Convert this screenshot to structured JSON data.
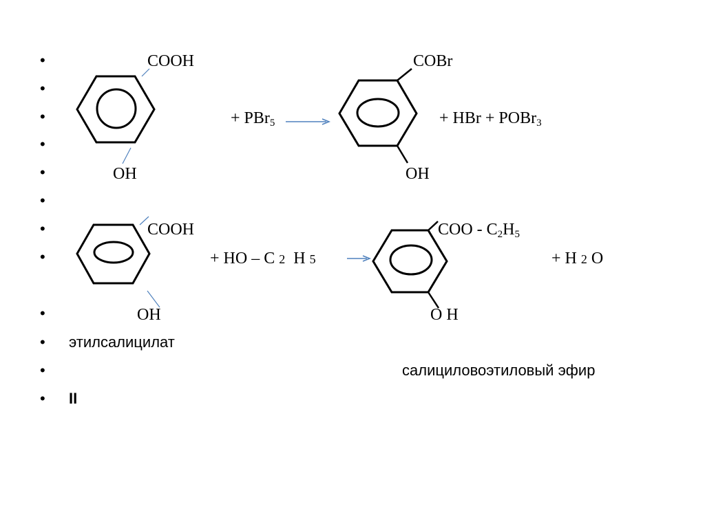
{
  "reaction1": {
    "reactant_substituent_top": "COOH",
    "reactant_substituent_bottom": "OH",
    "reagent_prefix": "+ ",
    "reagent_base": "PBr",
    "reagent_sub": "5",
    "product_substituent_top": "COBr",
    "product_substituent_bottom": "OH",
    "byproducts_prefix": "+ HBr + POBr",
    "byproducts_sub": "3"
  },
  "reaction2": {
    "reactant_substituent_top": "COOH",
    "reactant_substituent_bottom": "OH",
    "reagent_text_1": "+ HO – C",
    "reagent_num_1": "2",
    "reagent_text_2": "H",
    "reagent_num_2": "5",
    "product_substituent_top_prefix": "COO - C",
    "product_sub_1": "2",
    "product_mid": "H",
    "product_sub_2": "5",
    "product_substituent_bottom": "O H",
    "byproduct_prefix": "+ H",
    "byproduct_num": "2",
    "byproduct_suffix": "O"
  },
  "labels": {
    "reactant_name": "этилсалицилат",
    "product_name": "салициловоэтиловый эфир",
    "section_marker": "II"
  },
  "bullet_char": "•",
  "colors": {
    "bond_black": "#000000",
    "bond_blue": "#4f81bd",
    "text": "#000000"
  }
}
